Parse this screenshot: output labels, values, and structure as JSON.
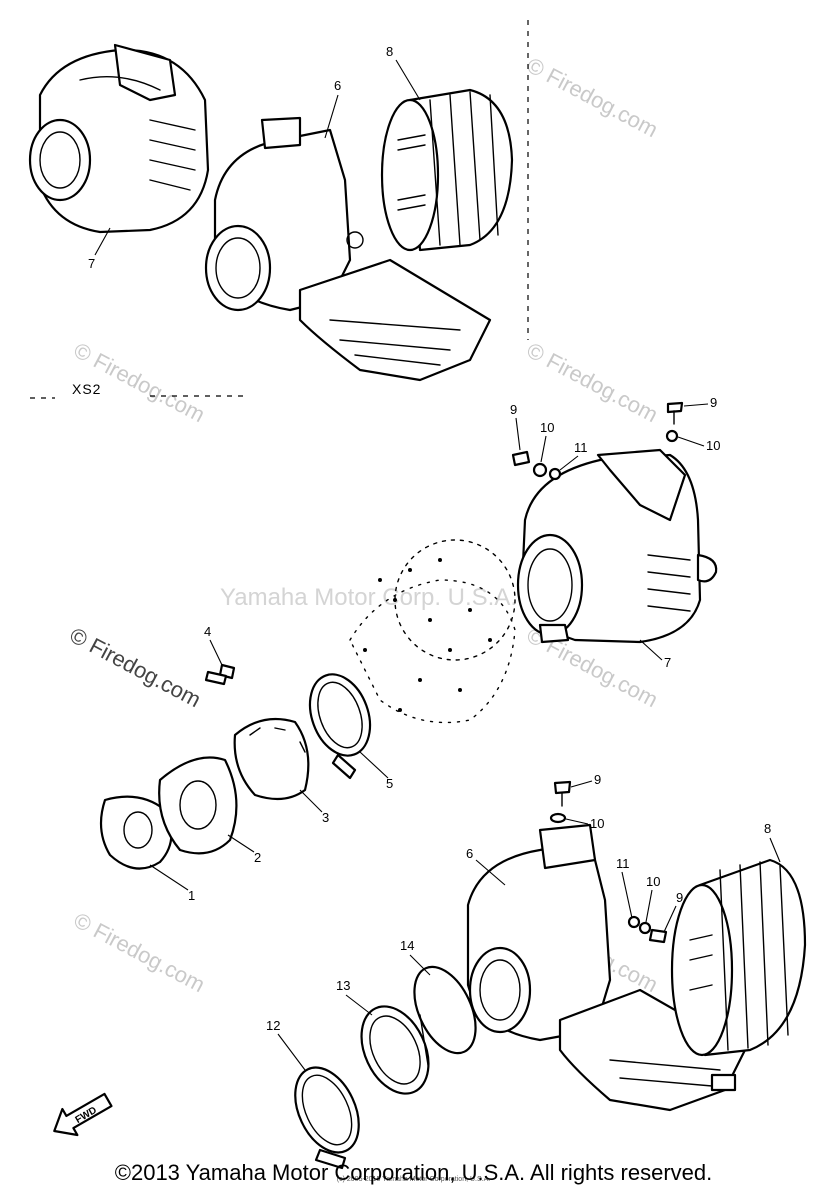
{
  "watermarks": {
    "site": "© Firedog.com",
    "manufacturer": "Yamaha Motor Corp. U.S.A."
  },
  "variant_label": "XS2",
  "callouts": {
    "c1": "1",
    "c2": "2",
    "c3": "3",
    "c4": "4",
    "c5": "5",
    "c6a": "6",
    "c6b": "6",
    "c7a": "7",
    "c7b": "7",
    "c8a": "8",
    "c8b": "8",
    "c9a": "9",
    "c9b": "9",
    "c9c": "9",
    "c9d": "9",
    "c10a": "10",
    "c10b": "10",
    "c10c": "10",
    "c10d": "10",
    "c11a": "11",
    "c11b": "11",
    "c12": "12",
    "c13": "13",
    "c14": "14"
  },
  "fwd_label": "FWD",
  "small_credit": "(c) 2005-2015 Yamaha Motor Corporation, U.S.A.",
  "copyright": "©2013 Yamaha Motor Corporation, U.S.A. All rights reserved."
}
